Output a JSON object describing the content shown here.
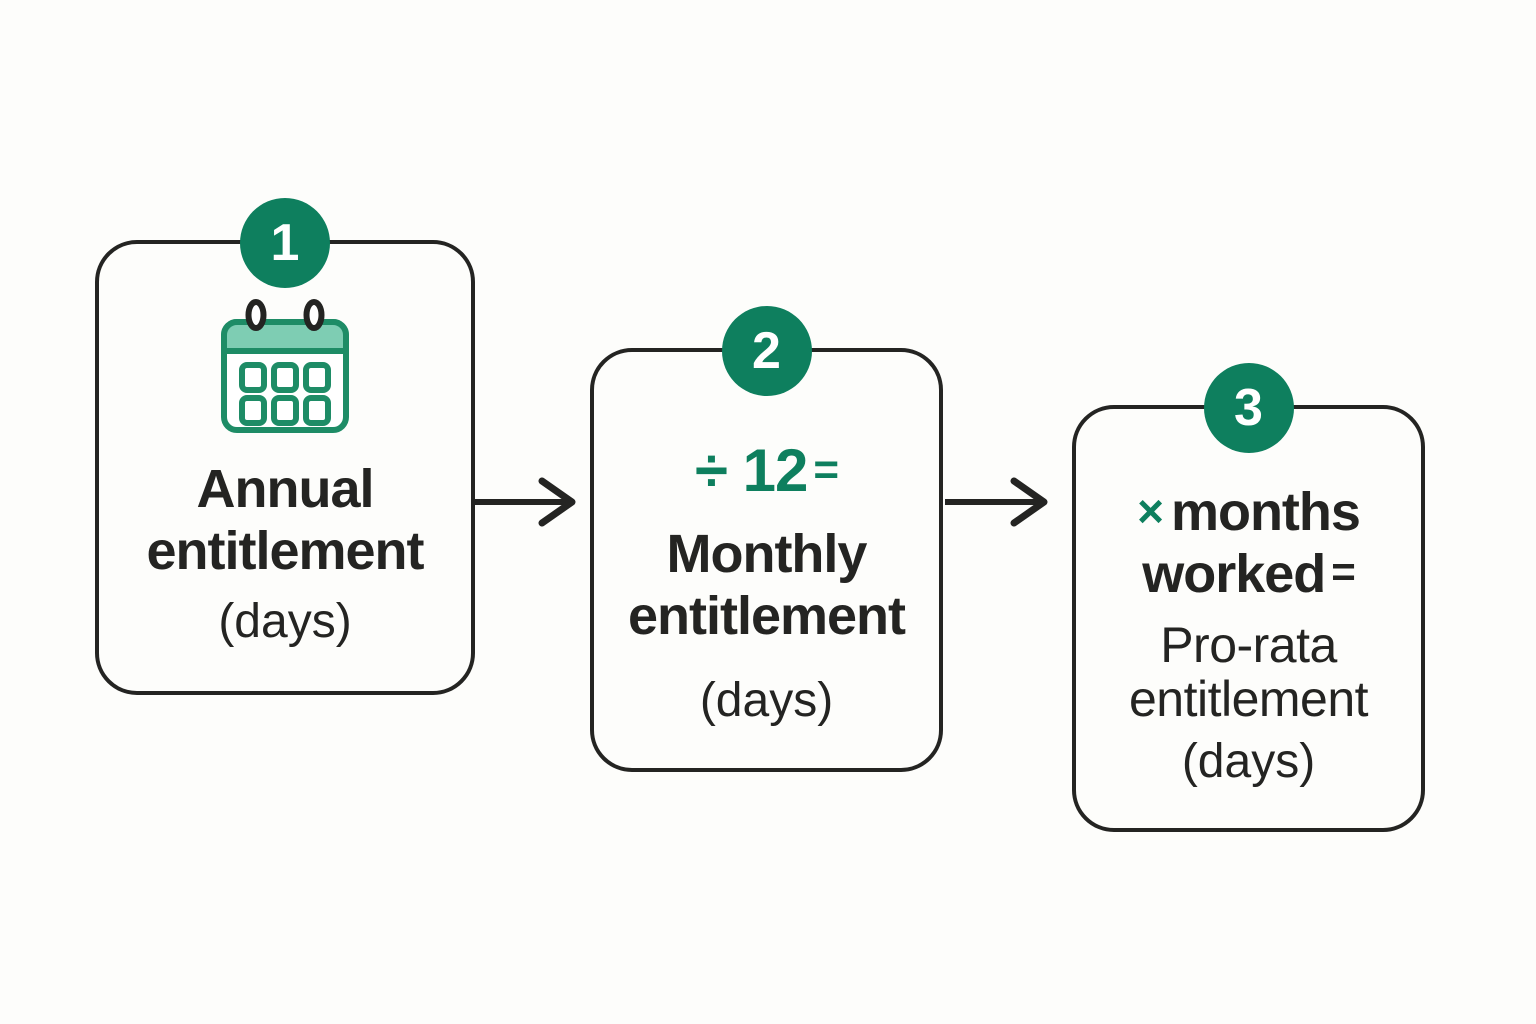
{
  "colors": {
    "accent-green": "#0E7F5E",
    "icon-green": "#1E8C66",
    "icon-green-light": "#7ECDB3",
    "ink": "#242422",
    "background": "#FDFDFB"
  },
  "steps": [
    {
      "badge": "1",
      "icon": "calendar-icon",
      "title1": "Annual",
      "title2": "entitlement",
      "unit": "(days)"
    },
    {
      "badge": "2",
      "formula": "÷ 12",
      "equals": "=",
      "title1": "Monthly",
      "title2": "entitlement",
      "unit": "(days)"
    },
    {
      "badge": "3",
      "op": "×",
      "word1": "months",
      "word2": "worked",
      "equals": "=",
      "result1": "Pro-rata",
      "result2": "entitlement",
      "unit": "(days)"
    }
  ]
}
